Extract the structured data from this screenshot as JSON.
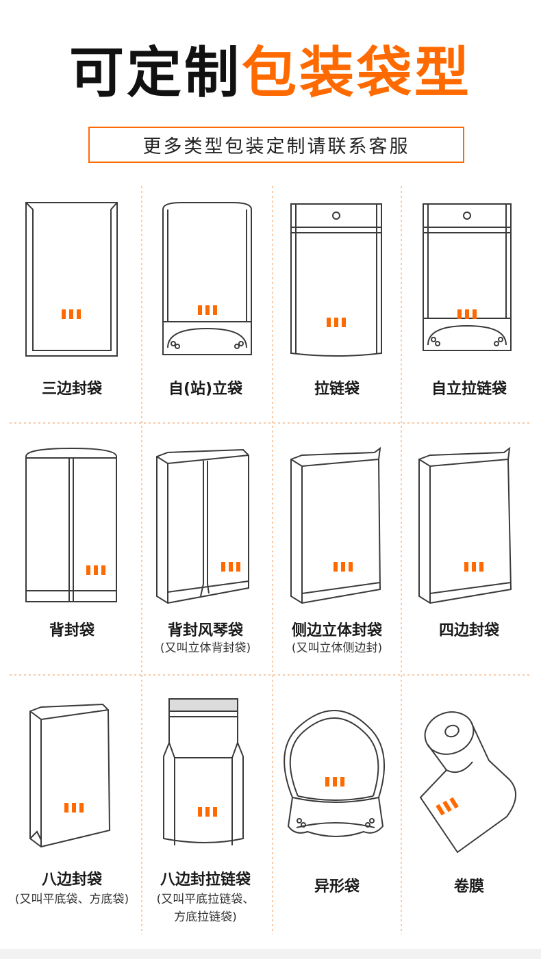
{
  "header": {
    "title_part1": "可定制",
    "title_part2": "包装袋型",
    "subtitle": "更多类型包装定制请联系客服"
  },
  "colors": {
    "accent": "#ff6a00",
    "line": "#3a3a3a"
  },
  "items": [
    {
      "label": "三边封袋",
      "sub": ""
    },
    {
      "label": "自(站)立袋",
      "sub": ""
    },
    {
      "label": "拉链袋",
      "sub": ""
    },
    {
      "label": "自立拉链袋",
      "sub": ""
    },
    {
      "label": "背封袋",
      "sub": ""
    },
    {
      "label": "背封风琴袋",
      "sub": "(又叫立体背封袋)"
    },
    {
      "label": "侧边立体封袋",
      "sub": "(又叫立体侧边封)"
    },
    {
      "label": "四边封袋",
      "sub": ""
    },
    {
      "label": "八边封袋",
      "sub": "(又叫平底袋、方底袋)"
    },
    {
      "label": "八边封拉链袋",
      "sub": "(又叫平底拉链袋、",
      "sub2": "方底拉链袋)"
    },
    {
      "label": "异形袋",
      "sub": ""
    },
    {
      "label": "卷膜",
      "sub": ""
    }
  ]
}
